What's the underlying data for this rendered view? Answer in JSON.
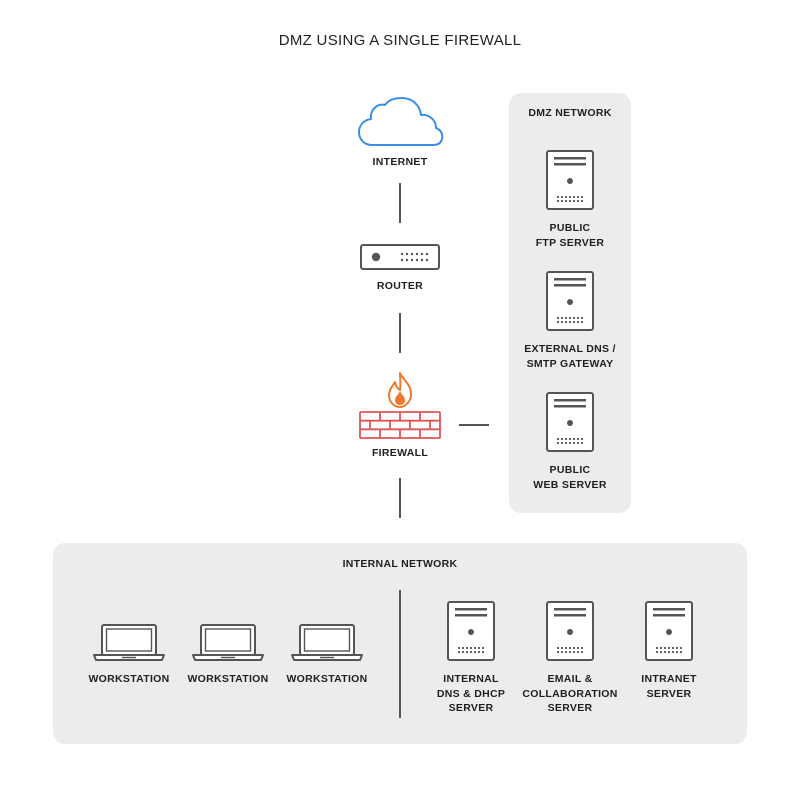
{
  "title": "DMZ USING A SINGLE FIREWALL",
  "main_chain": {
    "internet": "INTERNET",
    "router": "ROUTER",
    "firewall": "FIREWALL"
  },
  "dmz": {
    "title": "DMZ NETWORK",
    "servers": [
      {
        "line1": "PUBLIC",
        "line2": "FTP SERVER"
      },
      {
        "line1": "EXTERNAL DNS /",
        "line2": "SMTP GATEWAY"
      },
      {
        "line1": "PUBLIC",
        "line2": "WEB SERVER"
      }
    ]
  },
  "internal": {
    "title": "INTERNAL NETWORK",
    "workstations": [
      {
        "label": "WORKSTATION"
      },
      {
        "label": "WORKSTATION"
      },
      {
        "label": "WORKSTATION"
      }
    ],
    "servers": [
      {
        "line1": "INTERNAL",
        "line2": "DNS & DHCP",
        "line3": "SERVER"
      },
      {
        "line1": "EMAIL &",
        "line2": "COLLABORATION",
        "line3": "SERVER"
      },
      {
        "line1": "INTRANET",
        "line2": "SERVER"
      }
    ]
  },
  "colors": {
    "cloud": "#3a8ee6",
    "firewall_brick": "#e05555",
    "flame": "#f07a2c",
    "panel": "#ececec",
    "icon_stroke": "#555555"
  },
  "icons": {
    "internet": "cloud-icon",
    "router": "router-icon",
    "firewall": "firewall-icon",
    "server": "server-icon",
    "workstation": "laptop-icon"
  }
}
